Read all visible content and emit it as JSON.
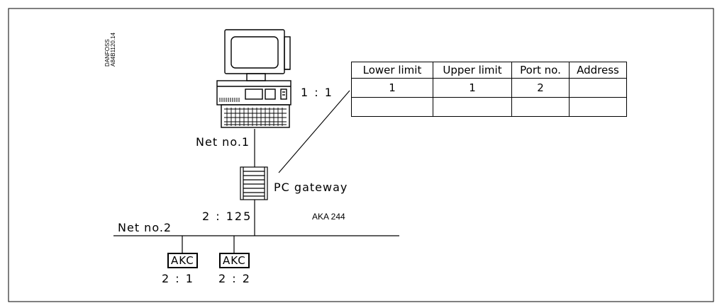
{
  "stamp": {
    "line1": "DANFOSS",
    "line2": "A84B1120.14"
  },
  "pc_address": "1 : 1",
  "net1_label": "Net no.1",
  "gateway_label": "PC gateway",
  "gateway_address": "2 : 125",
  "gateway_model": "AKA 244",
  "net2_label": "Net no.2",
  "controllers": [
    {
      "label": "AKC",
      "address": "2 : 1"
    },
    {
      "label": "AKC",
      "address": "2 : 2"
    }
  ],
  "table": {
    "headers": [
      "Lower limit",
      "Upper limit",
      "Port no.",
      "Address"
    ],
    "rows": [
      [
        "1",
        "1",
        "2",
        ""
      ],
      [
        "",
        "",
        "",
        ""
      ]
    ]
  }
}
